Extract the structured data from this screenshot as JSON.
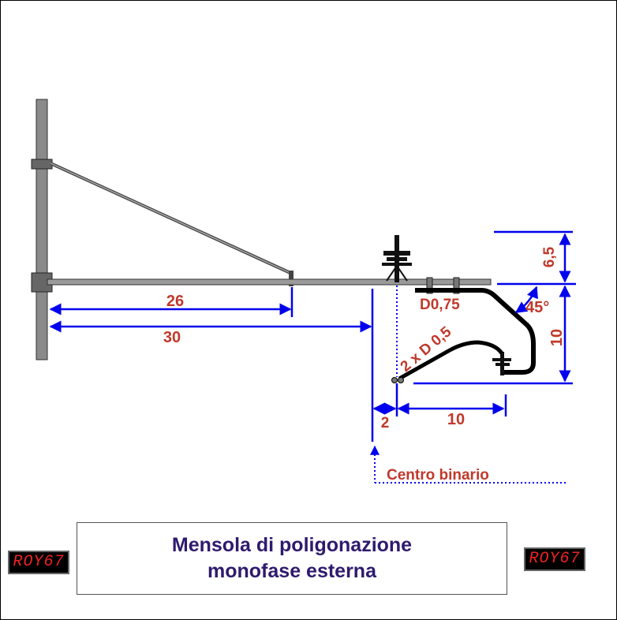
{
  "title": {
    "line1": "Mensola di poligonazione",
    "line2": "monofase esterna"
  },
  "logo_text": "ROY67",
  "dimensions": {
    "d26": "26",
    "d30": "30",
    "d2": "2",
    "d10_horizontal": "10",
    "d10_vertical": "10",
    "d65": "6,5",
    "angle": "45°",
    "tube": "D0,75",
    "double_tube": "2 x D 0,5"
  },
  "track_center_label": "Centro binario",
  "colors": {
    "dimension_line": "#0000ee",
    "dimension_text": "#c0392b",
    "title_text": "#2e1a6e",
    "structure": "#888888"
  }
}
